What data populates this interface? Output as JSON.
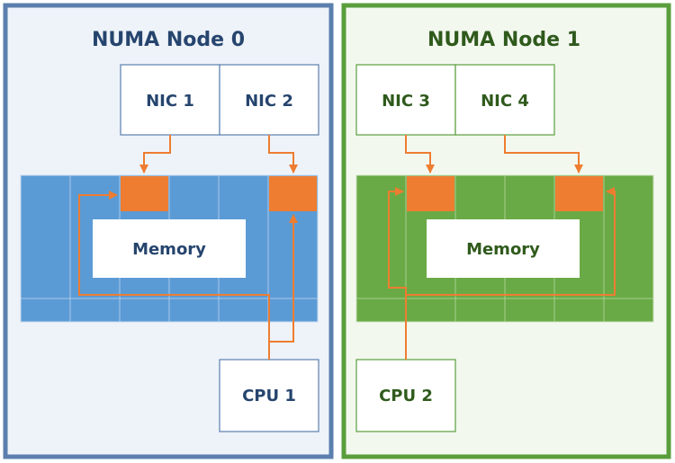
{
  "colors": {
    "node0_border": "#5b7fae",
    "node0_fill": "#eef3f9",
    "node0_title": "#26456e",
    "node0_memory": "#5b9bd5",
    "node1_border": "#5a9e3c",
    "node1_fill": "#f3f8ef",
    "node1_title": "#2f5a1c",
    "node1_memory": "#6aaa46",
    "accent": "#ee7d31"
  },
  "nodes": [
    {
      "title": "NUMA Node 0",
      "nics": [
        "NIC 1",
        "NIC 2"
      ],
      "memory": "Memory",
      "cpu": "CPU 1"
    },
    {
      "title": "NUMA Node 1",
      "nics": [
        "NIC 3",
        "NIC 4"
      ],
      "memory": "Memory",
      "cpu": "CPU 2"
    }
  ]
}
